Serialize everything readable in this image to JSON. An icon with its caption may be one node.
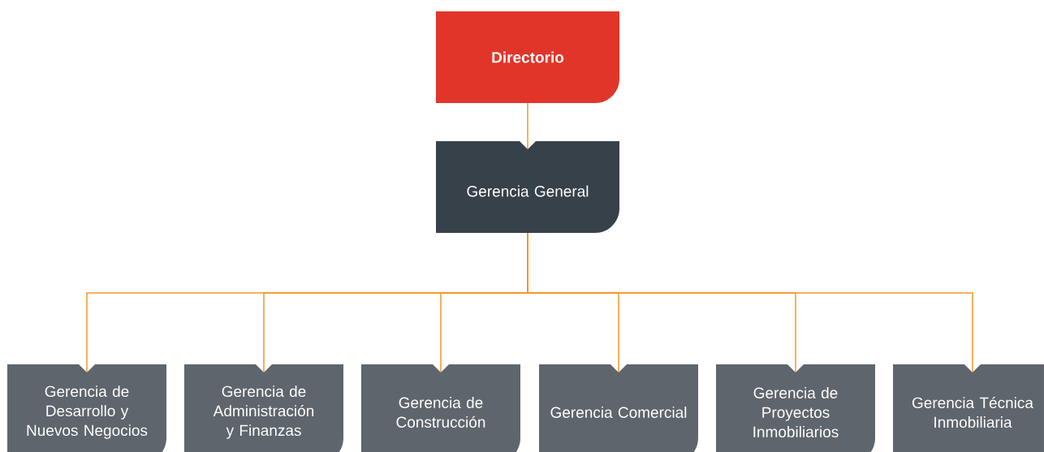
{
  "diagram": {
    "nodes": [
      {
        "text": [
          "Directorio"
        ]
      },
      {
        "text": [
          "Gerencia General"
        ]
      },
      {
        "text": [
          "Gerencia de Desarrollo y Nuevos Negocios"
        ]
      },
      {
        "text": [
          "Gerencia de Administración y Finanzas"
        ]
      },
      {
        "text": [
          "Gerencia de Construcción"
        ]
      },
      {
        "text": [
          "Gerencia Comercial"
        ]
      },
      {
        "text": [
          "Gerencia de Proyectos Inmobiliarios"
        ]
      },
      {
        "text": [
          "Gerencia Técnica Inmobiliaria"
        ]
      }
    ],
    "edges": [
      {
        "from": 0,
        "to": 1,
        "arrow": "none"
      },
      {
        "from": 1,
        "to": 2,
        "arrow": "none"
      },
      {
        "from": 1,
        "to": 3,
        "arrow": "none"
      },
      {
        "from": 1,
        "to": 4,
        "arrow": "none"
      },
      {
        "from": 1,
        "to": 5,
        "arrow": "none"
      },
      {
        "from": 1,
        "to": 6,
        "arrow": "none"
      },
      {
        "from": 1,
        "to": 7,
        "arrow": "none"
      }
    ]
  }
}
